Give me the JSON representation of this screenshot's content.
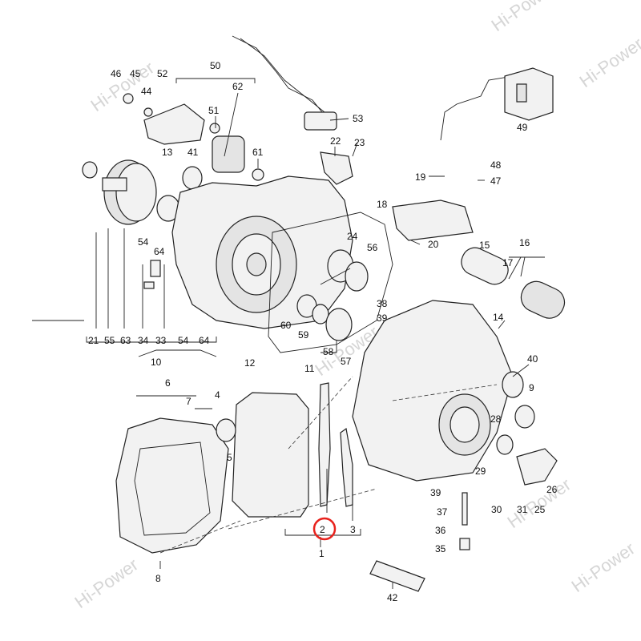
{
  "watermark": "Hi-Power",
  "highlight_color": "#e8231e",
  "callouts": [
    "46",
    "45",
    "52",
    "50",
    "44",
    "62",
    "51",
    "53",
    "13",
    "41",
    "61",
    "22",
    "23",
    "48",
    "19",
    "47",
    "49",
    "18",
    "20",
    "15",
    "16",
    "24",
    "56",
    "54",
    "64",
    "17",
    "14",
    "38",
    "39",
    "60",
    "59",
    "58",
    "57",
    "21",
    "55",
    "63",
    "34",
    "33",
    "54",
    "64",
    "10",
    "12",
    "11",
    "40",
    "9",
    "6",
    "7",
    "4",
    "5",
    "28",
    "29",
    "26",
    "31",
    "30",
    "39",
    "37",
    "36",
    "35",
    "25",
    "8",
    "42",
    "2",
    "3",
    "1"
  ]
}
